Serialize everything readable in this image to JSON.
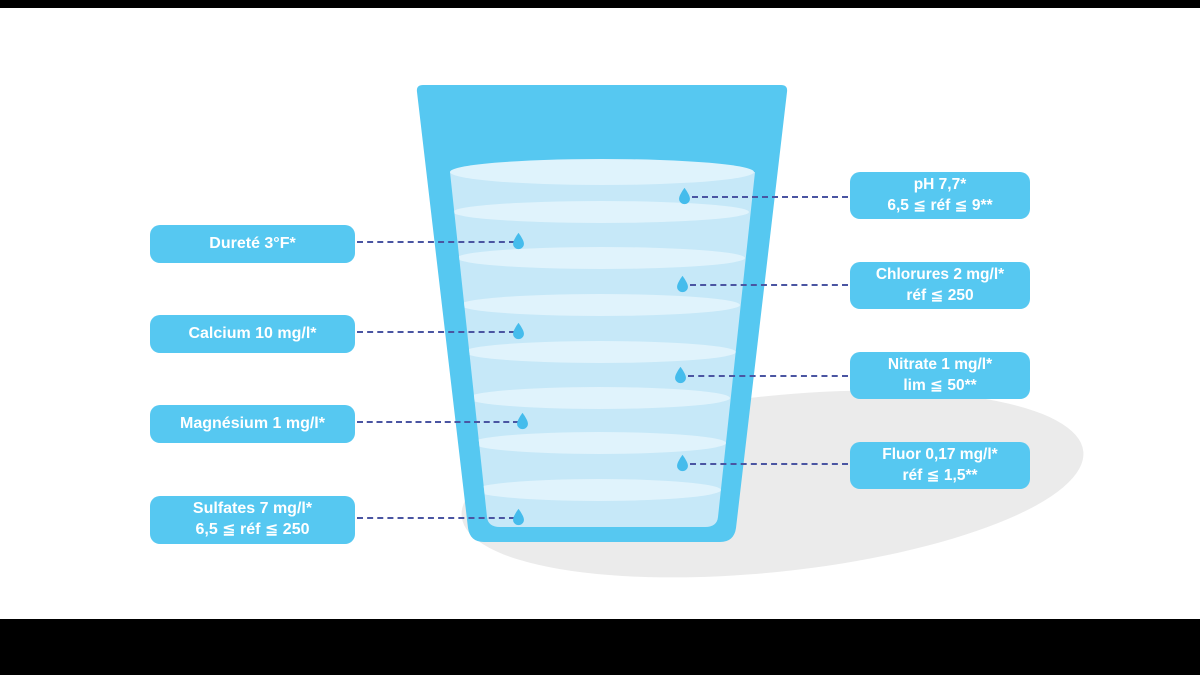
{
  "labels": {
    "left": [
      {
        "lines": [
          "Dureté 3°F*",
          ""
        ]
      },
      {
        "lines": [
          "Calcium 10 mg/l*",
          ""
        ]
      },
      {
        "lines": [
          "Magnésium 1 mg/l*",
          ""
        ]
      },
      {
        "lines": [
          "Sulfates 7 mg/l*",
          "6,5 ≦ réf ≦ 250"
        ]
      }
    ],
    "right": [
      {
        "lines": [
          "pH 7,7*",
          "6,5 ≦ réf ≦ 9**"
        ]
      },
      {
        "lines": [
          "Chlorures 2 mg/l*",
          "réf ≦ 250"
        ]
      },
      {
        "lines": [
          "Nitrate 1 mg/l*",
          "lim ≦ 50**"
        ]
      },
      {
        "lines": [
          "Fluor 0,17 mg/l*",
          "réf ≦ 1,5**"
        ]
      }
    ]
  },
  "icons": {
    "droplet": "water-drop-icon"
  },
  "colors": {
    "label_background": "#56c8f1",
    "label_text": "#ffffff",
    "glass": "#56c8f1",
    "water": "#c6e8f8",
    "water_ripple": "#e2f4fc",
    "connector_line": "#4a55a2",
    "droplet": "#45bcec",
    "shadow": "#ebebeb",
    "page_background": "#ffffff"
  }
}
